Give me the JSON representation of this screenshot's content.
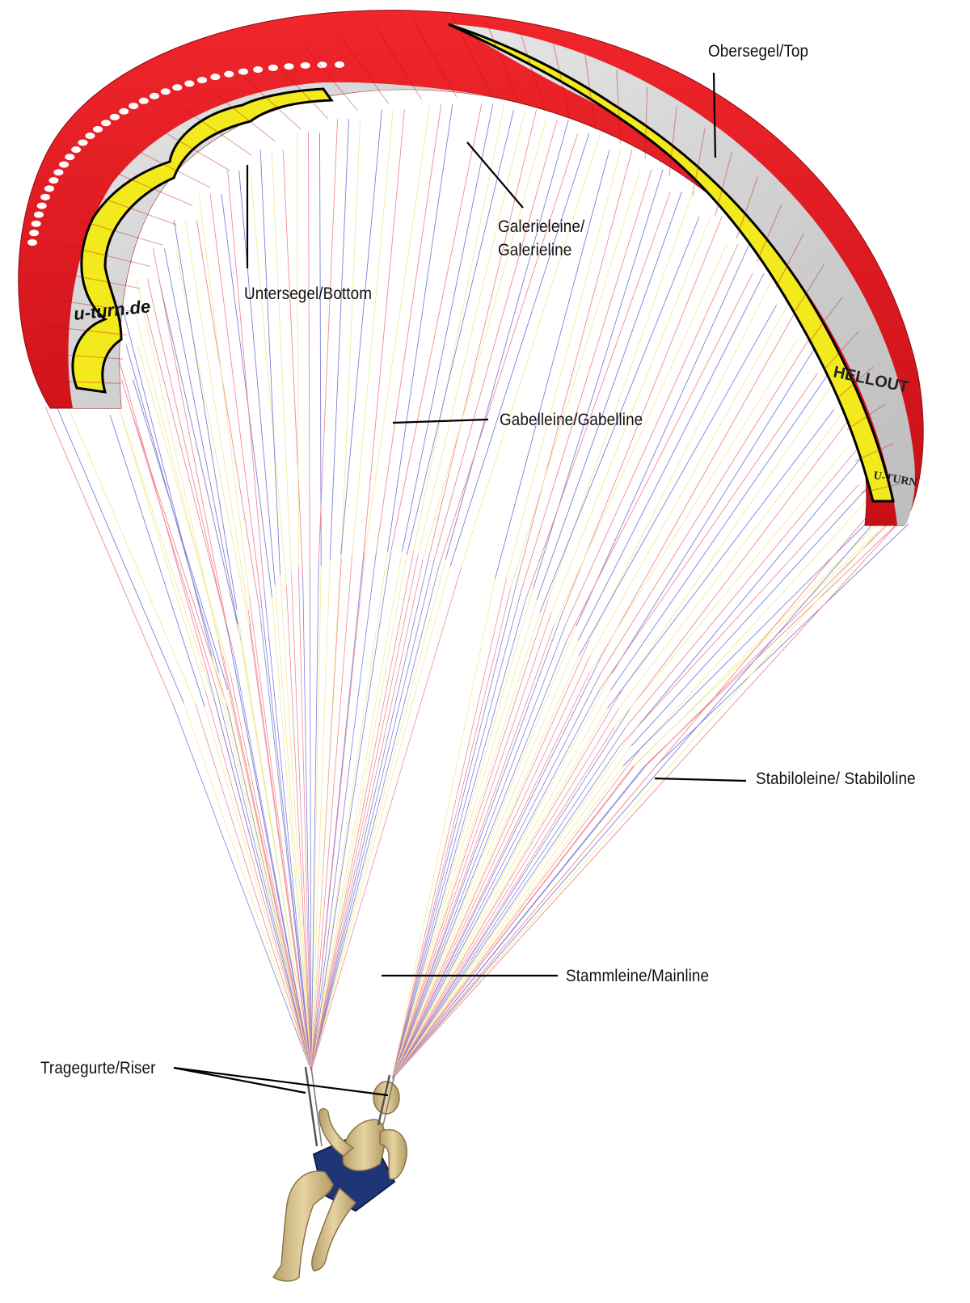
{
  "colors": {
    "canopy_red": "#e3121b",
    "canopy_dark_red": "#b50d12",
    "canopy_yellow": "#f2ea1c",
    "canopy_gray": "#d3d3d3",
    "line_red": "#f08a95",
    "line_blue": "#8080d8",
    "line_yellow": "#f2ea9a",
    "pilot_skin": "#d8c08a",
    "pilot_seat": "#1e3578",
    "leader": "#000000"
  },
  "brand": {
    "logo_left": "u-turn.de",
    "logo_wingtip": "HELLOUT",
    "logo_small": "U-TURN"
  },
  "labels": {
    "top": "Obersegel/Top",
    "gallery_line_1": "Galerieleine/",
    "gallery_line_2": "Galerieline",
    "bottom": "Untersegel/Bottom",
    "fork_line": "Gabelleine/Gabelline",
    "stabilo_line": "Stabiloleine/ Stabiloline",
    "main_line": "Stammleine/Mainline",
    "riser": "Tragegurte/Riser"
  }
}
